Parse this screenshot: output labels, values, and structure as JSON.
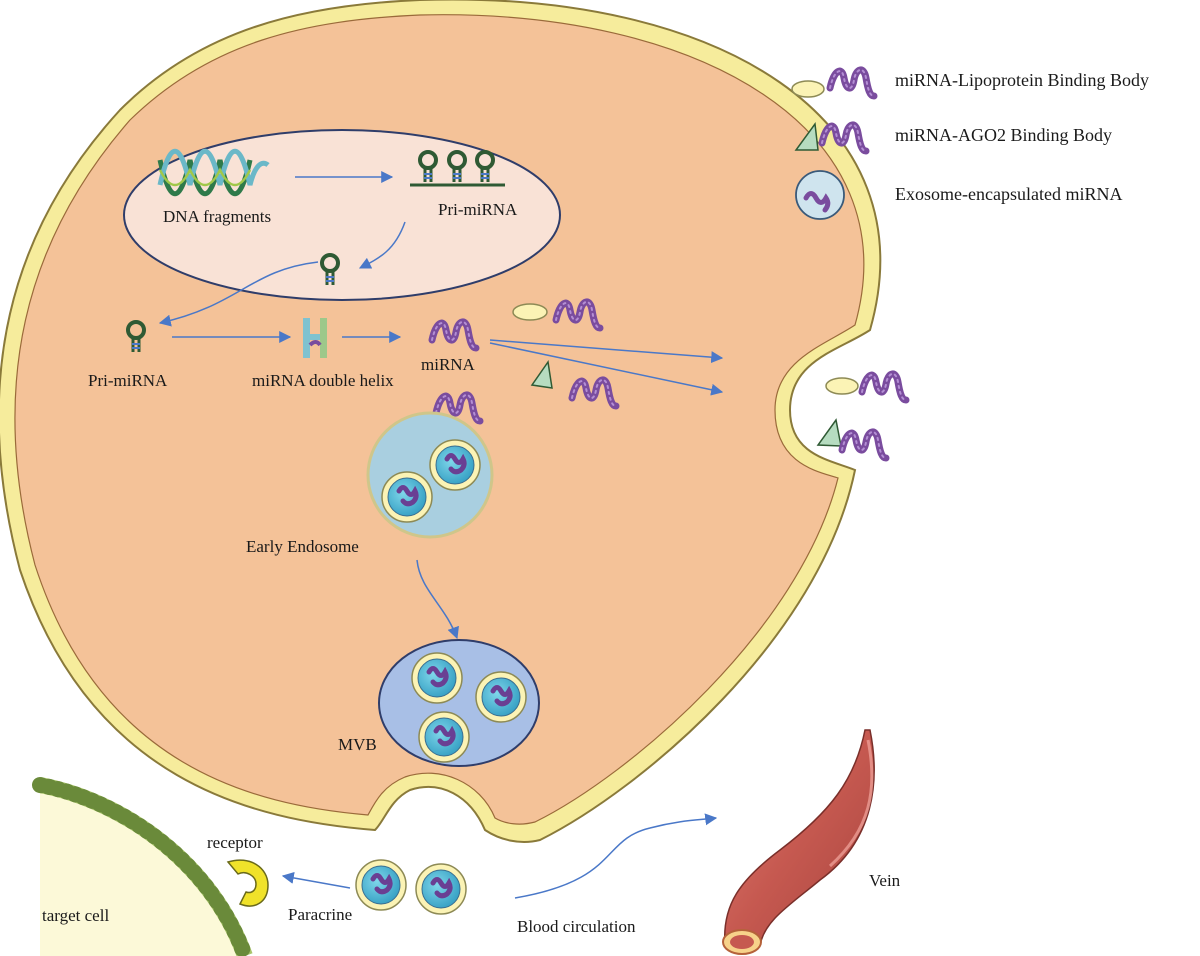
{
  "legend": {
    "lipoprotein": "miRNA-Lipoprotein Binding Body",
    "ago2": "miRNA-AGO2 Binding Body",
    "exosome": "Exosome-encapsulated miRNA"
  },
  "labels": {
    "dna_fragments": "DNA fragments",
    "pri_mirna_nucleus": "Pri-miRNA",
    "pri_mirna_cytoplasm": "Pri-miRNA",
    "mirna_double_helix": "miRNA double helix",
    "mirna": "miRNA",
    "early_endosome": "Early Endosome",
    "mvb": "MVB",
    "receptor": "receptor",
    "target_cell": "target cell",
    "paracrine": "Paracrine",
    "blood_circulation": "Blood circulation",
    "vein": "Vein"
  },
  "colors": {
    "cytoplasm": "#f4c298",
    "membrane": "#f6ec9c",
    "nucleus": "#f9e2d6",
    "arrow": "#4a78c8",
    "mirna": "#7a4c9e",
    "stem_loop": "#2f5a34",
    "endosome": "#a9cfe0",
    "mvb": "#a8bfe6",
    "vein": "#c9625b",
    "target_cell": "#fcf9d8",
    "receptor": "#f0e22a"
  }
}
